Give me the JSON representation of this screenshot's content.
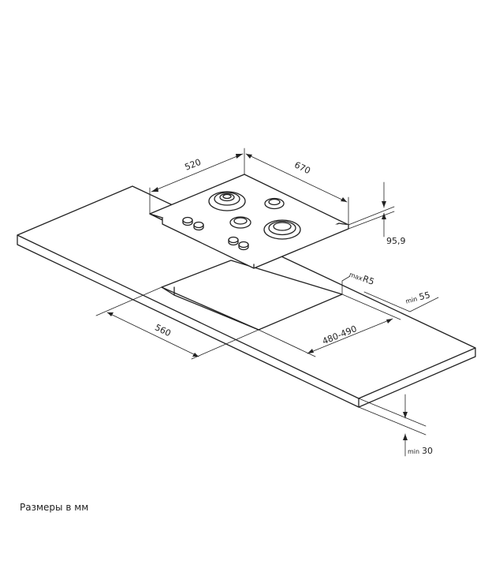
{
  "dimensions": {
    "hob_depth": "520",
    "hob_width": "670",
    "hob_height": "95,9",
    "cutout_width": "560",
    "cutout_depth": "480-490",
    "corner_radius_prefix": "max",
    "corner_radius": "R5",
    "edge_distance_prefix": "min",
    "edge_distance": "55",
    "countertop_thickness_prefix": "min",
    "countertop_thickness": "30"
  },
  "caption": "Размеры в мм",
  "colors": {
    "line": "#222222",
    "background": "#ffffff"
  }
}
